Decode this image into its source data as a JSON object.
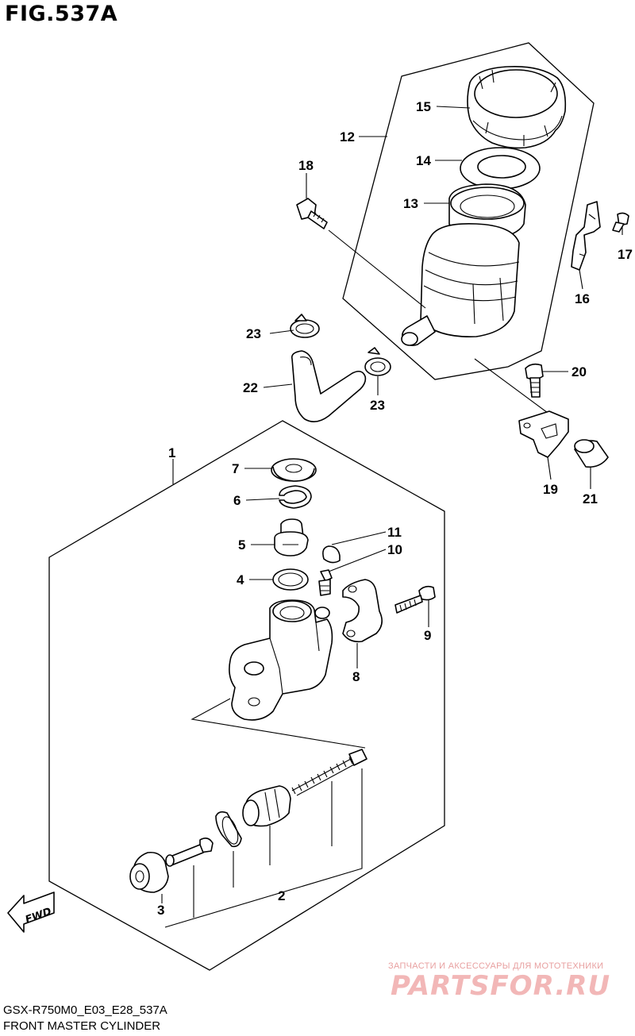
{
  "figure": {
    "title": "FIG.537A",
    "model_code": "GSX-R750M0_E03_E28_537A",
    "part_name": "FRONT MASTER CYLINDER"
  },
  "callouts": {
    "c1": "1",
    "c2": "2",
    "c3": "3",
    "c4": "4",
    "c5": "5",
    "c6": "6",
    "c7": "7",
    "c8": "8",
    "c9": "9",
    "c10": "10",
    "c11": "11",
    "c12": "12",
    "c13": "13",
    "c14": "14",
    "c15": "15",
    "c16": "16",
    "c17": "17",
    "c18": "18",
    "c19": "19",
    "c20": "20",
    "c21": "21",
    "c22": "22",
    "c23a": "23",
    "c23b": "23"
  },
  "direction_arrow": {
    "label": "FWD"
  },
  "watermark": {
    "tagline": "ЗАПЧАСТИ И АКСЕССУАРЫ ДЛЯ МОТОТЕХНИКИ",
    "brand": "PARTSFOR.RU"
  }
}
